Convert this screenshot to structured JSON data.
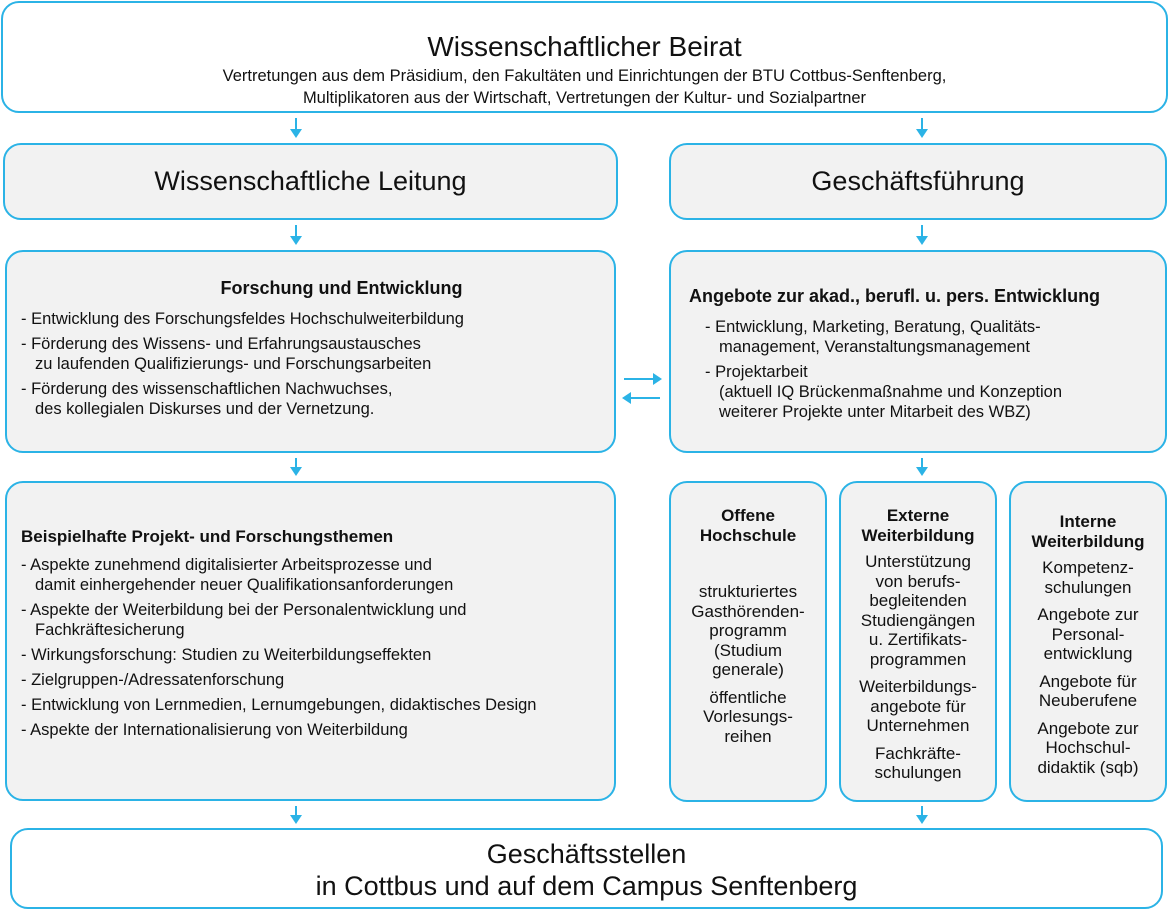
{
  "beirat": {
    "title": "Wissenschaftlicher Beirat",
    "subtitle": "Vertretungen aus dem Präsidium, den Fakultäten und Einrichtungen der BTU Cottbus-Senftenberg,\nMultiplikatoren aus der Wirtschaft, Vertretungen der Kultur- und Sozialpartner"
  },
  "leitung": {
    "title": "Wissenschaftliche Leitung"
  },
  "geschaeftsfuehrung": {
    "title": "Geschäftsführung"
  },
  "forschung": {
    "title": "Forschung und Entwicklung",
    "items": [
      "- Entwicklung des Forschungsfeldes Hochschulweiterbildung",
      "- Förderung des Wissens- und Erfahrungsaustausches\nzu laufenden Qualifizierungs- und Forschungsarbeiten",
      "- Förderung des wissenschaftlichen Nachwuchses,\ndes kollegialen Diskurses und der Vernetzung."
    ]
  },
  "angebote": {
    "title": "Angebote zur akad., berufl. u. pers. Entwicklung",
    "items": [
      "- Entwicklung, Marketing, Beratung, Qualitäts-\nmanagement, Veranstaltungsmanagement",
      "- Projektarbeit\n(aktuell IQ Brückenmaßnahme und Konzeption\nweiterer Projekte unter Mitarbeit des WBZ)"
    ]
  },
  "themen": {
    "title": "Beispielhafte  Projekt- und Forschungsthemen",
    "items": [
      "- Aspekte zunehmend digitalisierter Arbeitsprozesse  und\ndamit einhergehender  neuer Qualifikationsanforderungen",
      "- Aspekte der Weiterbildung bei der Personalentwicklung und\nFachkräftesicherung",
      "- Wirkungsforschung: Studien zu Weiterbildungseffekten",
      "- Zielgruppen-/Adressatenforschung",
      "- Entwicklung von Lernmedien, Lernumgebungen, didaktisches Design",
      "- Aspekte der Internationalisierung von Weiterbildung"
    ]
  },
  "offene": {
    "title": "Offene\nHochschule",
    "items": [
      "strukturiertes\nGasthörenden-\nprogramm\n(Studium\ngenerale)",
      "öffentliche\nVorlesungs-\nreihen"
    ]
  },
  "externe": {
    "title": "Externe\nWeiterbildung",
    "items": [
      "Unterstützung\nvon berufs-\nbegleitenden\nStudiengängen\nu. Zertifikats-\nprogrammen",
      "Weiterbildungs-\nangebote für\nUnternehmen",
      "Fachkräfte-\nschulungen"
    ]
  },
  "interne": {
    "title": "Interne\nWeiterbildung",
    "items": [
      "Kompetenz-\nschulungen",
      "Angebote zur\nPersonal-\nentwicklung",
      "Angebote für\nNeuberufene",
      "Angebote zur\nHochschul-\ndidaktik (sqb)"
    ]
  },
  "geschaeftsstellen": {
    "title": "Geschäftsstellen\nin Cottbus und auf dem Campus Senftenberg"
  },
  "colors": {
    "border": "#2bb3e6",
    "fill": "#f2f2f2"
  }
}
